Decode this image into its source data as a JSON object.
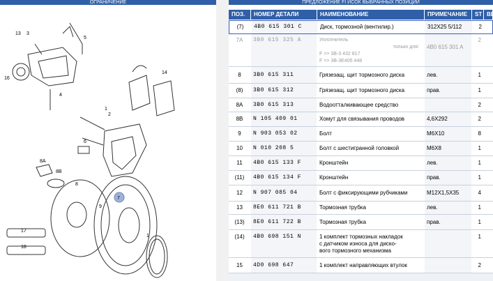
{
  "left_header": "ОГРАНИЧЕНИЕ",
  "right_header": "ПРЕДЛОЖЕНИЕ FI  ИСОК ВЫБРАННЫХ ПОЗИЦИЙ",
  "columns": {
    "pos": "ПОЗ.",
    "num": "НОМЕР ДЕТАЛИ",
    "name": "НАИМЕНОВАНИЕ",
    "note": "ПРИМЕЧАНИЕ",
    "st": "ST",
    "vb": "ВБ"
  },
  "rows": [
    {
      "pos": "(7)",
      "num": "4B0 615 301 C",
      "name": "Диск, тормозной (вентилир.)",
      "note": "312X25   5/112",
      "st": "2"
    },
    {
      "pos": "7A",
      "num": "3B0 615 325 A",
      "name_lines": [
        "Уплотнитель",
        "только для:",
        "F        >> 3B-3 432 817",
        "F        >> 3B-3E405 448"
      ],
      "note": "4B0 615 301 A",
      "st": "2"
    },
    {
      "pos": "8",
      "num": "3B0 615 311",
      "name": "Грязезащ. щит тормозного диска",
      "note": "лев.",
      "st": "1"
    },
    {
      "pos": "(8)",
      "num": "3B0 615 312",
      "name": "Грязезащ. щит тормозного диска",
      "note": "прав.",
      "st": "1"
    },
    {
      "pos": "8A",
      "num": "3B0 615 313",
      "name": "Водоотталкивающее средство",
      "note": "",
      "st": "2"
    },
    {
      "pos": "8B",
      "num": "N  105 409 01",
      "name": "Хомут для связывания проводов",
      "note": "4,6X292",
      "st": "2"
    },
    {
      "pos": "9",
      "num": "N  903 053 02",
      "name": "Болт",
      "note": "M6X10",
      "st": "8"
    },
    {
      "pos": "10",
      "num": "N  010 208 5",
      "name": "Болт с шестигранной головкой",
      "note": "M6X8",
      "st": "1"
    },
    {
      "pos": "11",
      "num": "4B0 615 133 F",
      "name": "Кронштейн",
      "note": "лев.",
      "st": "1"
    },
    {
      "pos": "(11)",
      "num": "4B0 615 134 F",
      "name": "Кронштейн",
      "note": "прав.",
      "st": "1"
    },
    {
      "pos": "12",
      "num": "N  907 085 04",
      "name": "Болт с фиксирующими рубчиками",
      "note": "M12X1,5X35",
      "st": "4"
    },
    {
      "pos": "13",
      "num": "8E0 611 721 B",
      "name": "Тормозная трубка",
      "note": "лев.",
      "st": "1"
    },
    {
      "pos": "(13)",
      "num": "8E0 611 722 B",
      "name": "Тормозная трубка",
      "note": "прав.",
      "st": "1"
    },
    {
      "pos": "(14)",
      "num": "4B0 698 151 N",
      "name_lines": [
        "1 комплект тормозных накладок",
        "с датчиком износа для диско-",
        "вого тормозного механизма"
      ],
      "note": "",
      "st": "1"
    },
    {
      "pos": "15",
      "num": "4D0 698 647",
      "name": "1 комплект направляющих втулок",
      "note": "",
      "st": "2"
    }
  ],
  "callouts": [
    "13",
    "3",
    "5",
    "16",
    "4",
    "14",
    "2",
    "1",
    "6",
    "7",
    "8A",
    "8B",
    "8",
    "9",
    "17",
    "18",
    "1"
  ],
  "selected_callout": "7"
}
